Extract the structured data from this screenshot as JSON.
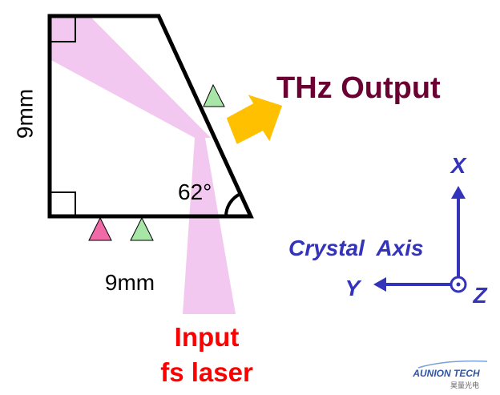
{
  "diagram": {
    "dimension_vertical": "9mm",
    "dimension_horizontal": "9mm",
    "apex_angle": "62°",
    "thz_output_label": "THz Output",
    "input_label_line1": "Input",
    "input_label_line2": "fs laser",
    "axes": {
      "title": "Crystal  Axis",
      "x_label": "X",
      "y_label": "Y",
      "z_label": "Z"
    },
    "logo": {
      "brand": "AUNION TECH",
      "subtitle": "昊量光电"
    },
    "colors": {
      "crystal_outline": "#000000",
      "laser_beam": "#f3c8f0",
      "thz_arrow": "#ffc000",
      "thz_label": "#6b0033",
      "input_label": "#ff0000",
      "axis_color": "#3333bb",
      "marker_pink": "#f06aa8",
      "marker_green": "#a8e6a8"
    }
  }
}
